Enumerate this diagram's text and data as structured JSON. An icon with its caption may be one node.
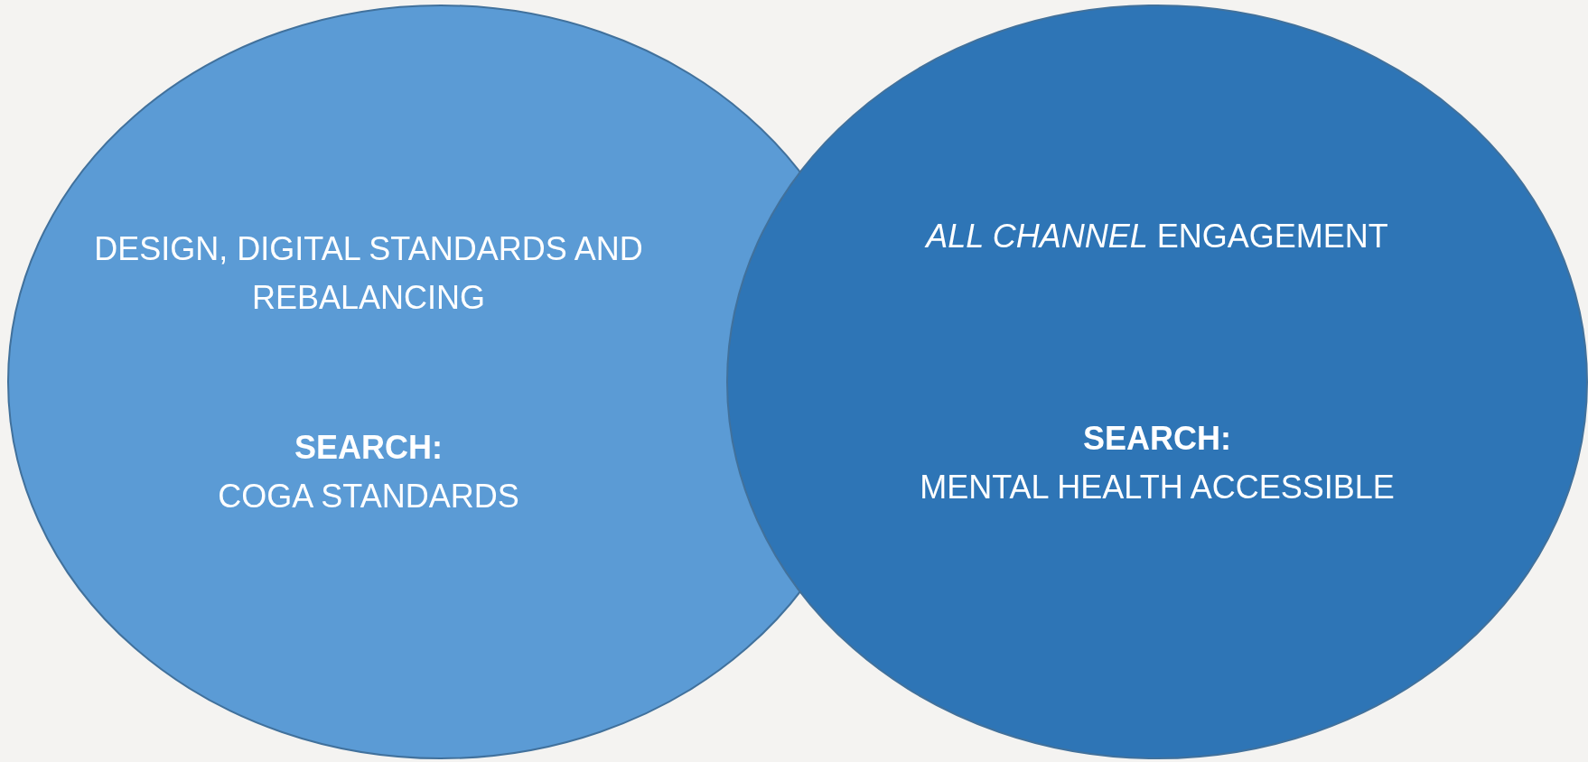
{
  "diagram": {
    "nodes": [
      {
        "text": [
          "DESIGN, DIGITAL STANDARDS AND REBALANCING",
          "**SEARCH:** COGA STANDARDS"
        ]
      },
      {
        "text": [
          "*ALL CHANNEL* ENGAGEMENT",
          "**SEARCH:** MENTAL HEALTH ACCESSIBLE"
        ]
      }
    ]
  }
}
